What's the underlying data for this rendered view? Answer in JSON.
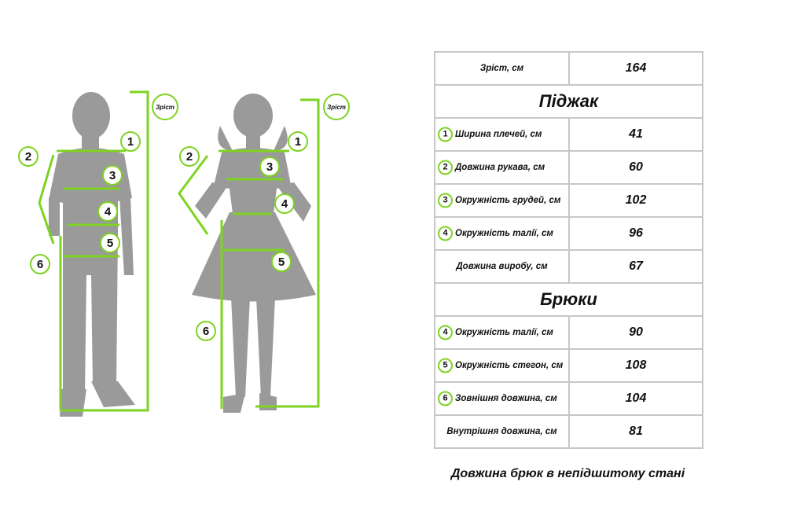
{
  "diagram": {
    "height_label": "Зріст",
    "markers": [
      "1",
      "2",
      "3",
      "4",
      "5",
      "6"
    ]
  },
  "table": {
    "height_row": {
      "label": "Зріст, см",
      "value": "164"
    },
    "jacket": {
      "title": "Піджак",
      "rows": [
        {
          "num": "1",
          "label": "Ширина плечей, см",
          "value": "41"
        },
        {
          "num": "2",
          "label": "Довжина рукава, см",
          "value": "60"
        },
        {
          "num": "3",
          "label": "Окружність грудей, см",
          "value": "102"
        },
        {
          "num": "4",
          "label": "Окружність талії, см",
          "value": "96"
        },
        {
          "num": "",
          "label": "Довжина виробу, см",
          "value": "67"
        }
      ]
    },
    "pants": {
      "title": "Брюки",
      "rows": [
        {
          "num": "4",
          "label": "Окружність талії, см",
          "value": "90"
        },
        {
          "num": "5",
          "label": "Окружність стегон, см",
          "value": "108"
        },
        {
          "num": "6",
          "label": "Зовнішня довжина, см",
          "value": "104"
        },
        {
          "num": "",
          "label": "Внутрішня довжина, см",
          "value": "81"
        }
      ]
    }
  },
  "caption": "Довжина брюк в непідшитому стані",
  "colors": {
    "accent": "#7ed321",
    "silhouette": "#9a9a9a",
    "border": "#c7c7c7"
  }
}
